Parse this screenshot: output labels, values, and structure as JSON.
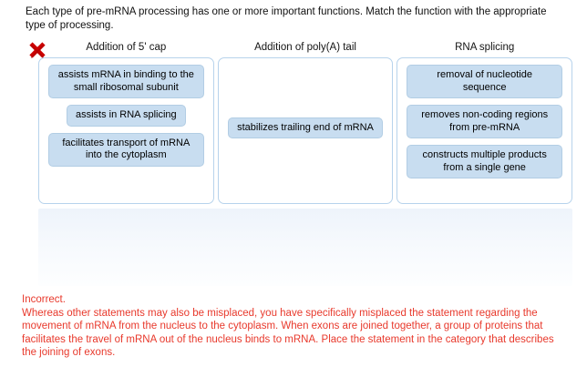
{
  "prompt": {
    "text": "Each type of pre-mRNA processing has one or more important functions. Match the function with the appropriate type of processing."
  },
  "result": {
    "icon": "red-x-icon",
    "status": "Incorrect",
    "color": "#cc0000"
  },
  "columns": [
    {
      "header": "Addition of 5' cap",
      "layout": "top",
      "items": [
        {
          "label": "assists mRNA in binding to the small ribosomal subunit"
        },
        {
          "label": "assists in RNA splicing"
        },
        {
          "label": "facilitates transport of mRNA into the cytoplasm"
        }
      ]
    },
    {
      "header": "Addition of poly(A) tail",
      "layout": "centered",
      "items": [
        {
          "label": "stabilizes trailing end of mRNA"
        }
      ]
    },
    {
      "header": "RNA splicing",
      "layout": "top",
      "items": [
        {
          "label": "removal of nucleotide sequence"
        },
        {
          "label": "removes non-coding regions from pre-mRNA"
        },
        {
          "label": "constructs multiple products from a single gene"
        }
      ]
    }
  ],
  "bank": {
    "items": []
  },
  "feedback": {
    "heading": "Incorrect.",
    "body": "Whereas other statements may also be misplaced, you have specifically misplaced the statement regarding the movement of mRNA from the nucleus to the cytoplasm. When exons are joined together, a group of proteins that facilitates the travel of mRNA out of the nucleus binds to mRNA. Place the statement in the category that describes the joining of exons.",
    "color": "#e8392c"
  },
  "theme": {
    "chip_fill": "#c8ddf0",
    "chip_border": "#b2cde4",
    "box_border": "#b7d3ec",
    "bank_top": "#eef4fb",
    "bank_bottom": "#fdfeff"
  }
}
